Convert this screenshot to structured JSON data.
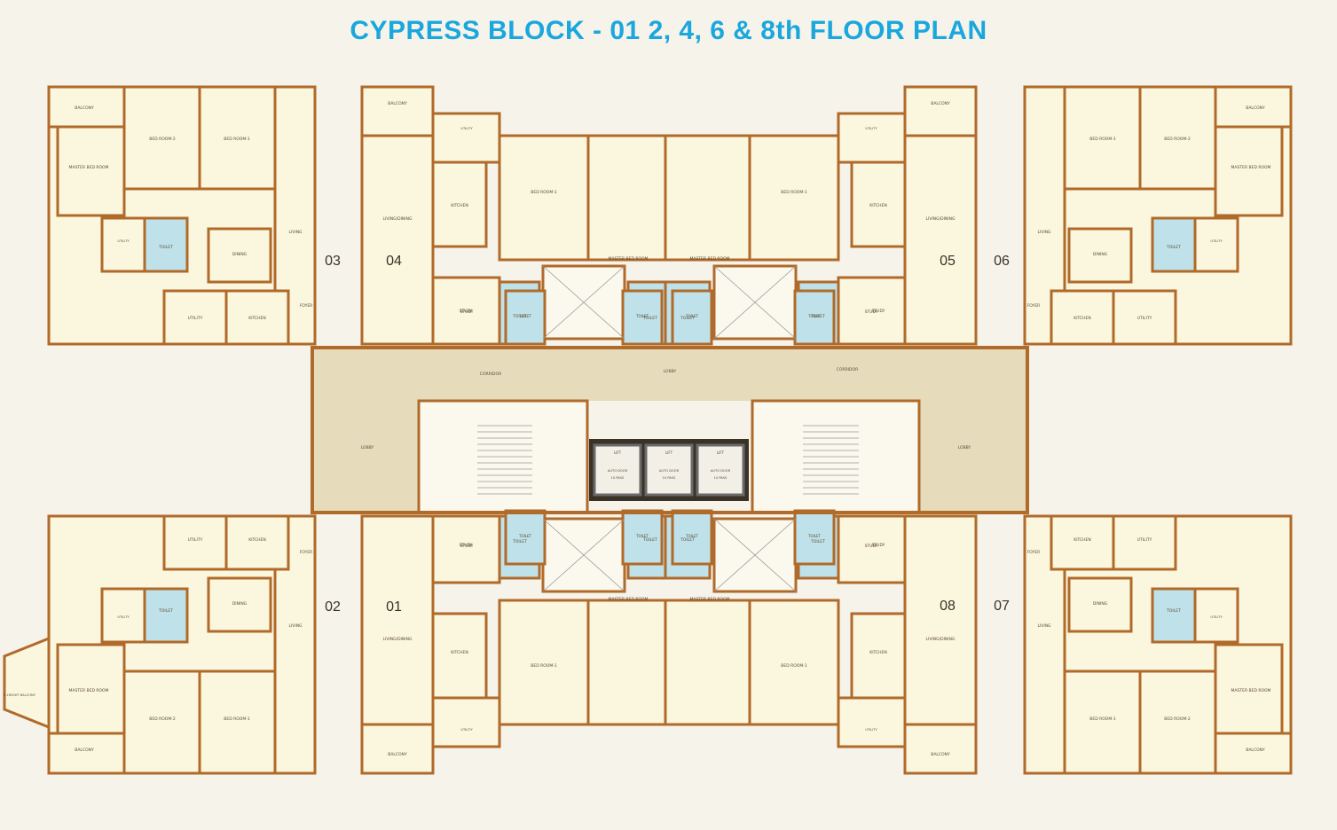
{
  "title": "CYPRESS BLOCK - 01  2, 4, 6 & 8th FLOOR PLAN",
  "colors": {
    "title": "#1aa7de",
    "wall": "#b06a2a",
    "room_fill": "#fbf6de",
    "corridor": "#e6dcbc",
    "toilet": "#bfe2ea",
    "background": "#f6f3ea"
  },
  "unit_numbers": [
    "03",
    "04",
    "05",
    "06",
    "02",
    "01",
    "08",
    "07"
  ],
  "labels": {
    "balcony": "BALCONY",
    "bed_room_1": "BED ROOM-1",
    "bed_room_2": "BED ROOM-2",
    "master_bed_room": "MASTER BED ROOM",
    "living": "LIVING",
    "living_dining": "LIVING/DINING",
    "dining": "DINING",
    "kitchen": "KITCHEN",
    "utility": "UTILITY",
    "toilet": "TOILET",
    "study": "STUDY",
    "foyer": "FOYER",
    "corridor": "CORRIDOR",
    "lobby": "LOBBY",
    "lift": "LIFT",
    "auto_door": "AUTO DOOR",
    "passengers": "10 PASS",
    "dh_balcony": "D.HEIGHT BALCONY"
  }
}
